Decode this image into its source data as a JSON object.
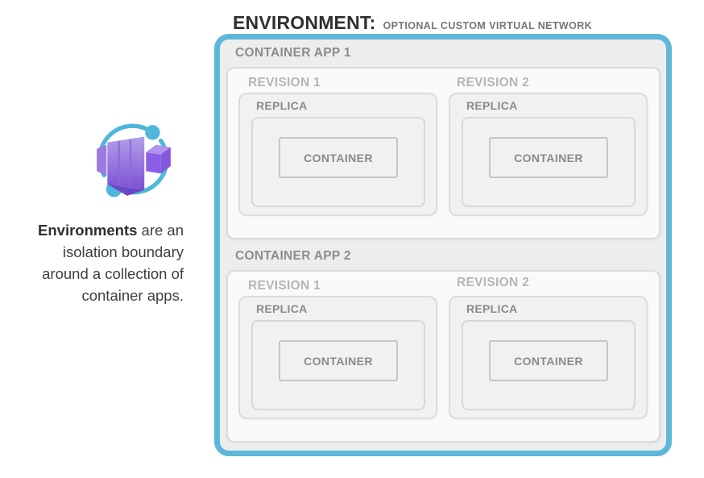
{
  "title": {
    "main": "ENVIRONMENT:",
    "qualifier": "OPTIONAL CUSTOM VIRTUAL NETWORK"
  },
  "sidebar": {
    "icon": "azure-container-apps-icon",
    "description": {
      "bold": "Environments",
      "line1_rest": " are an",
      "line2": "isolation boundary",
      "line3": "around a collection of",
      "line4": "container apps."
    }
  },
  "environment": {
    "apps": [
      {
        "label": "CONTAINER APP 1",
        "revisions": [
          {
            "label": "REVISION 1",
            "replica": {
              "label": "REPLICA",
              "container": {
                "label": "CONTAINER"
              }
            }
          },
          {
            "label": "REVISION 2",
            "replica": {
              "label": "REPLICA",
              "container": {
                "label": "CONTAINER"
              }
            }
          }
        ]
      },
      {
        "label": "CONTAINER APP 2",
        "revisions": [
          {
            "label": "REVISION 1",
            "replica": {
              "label": "REPLICA",
              "container": {
                "label": "CONTAINER"
              }
            }
          },
          {
            "label": "REVISION 2",
            "replica": {
              "label": "REPLICA",
              "container": {
                "label": "CONTAINER"
              }
            }
          }
        ]
      }
    ]
  },
  "colors": {
    "accent_blue": "#5cb7d9",
    "environment_fill": "#ededed",
    "card_fill": "#fafafa",
    "box_fill": "#f1f1f1",
    "border_light": "#dbdbdb",
    "border_dark": "#c6c6c6",
    "title_text": "#2f2f2f",
    "subtitle_text": "#767676",
    "app_label_text": "#8c8c8c",
    "revision_label_text": "#b5b5b5",
    "replica_label_text": "#8a8a8a",
    "icon_blue": "#4fb7db",
    "icon_purple": "#8c5ee6"
  }
}
